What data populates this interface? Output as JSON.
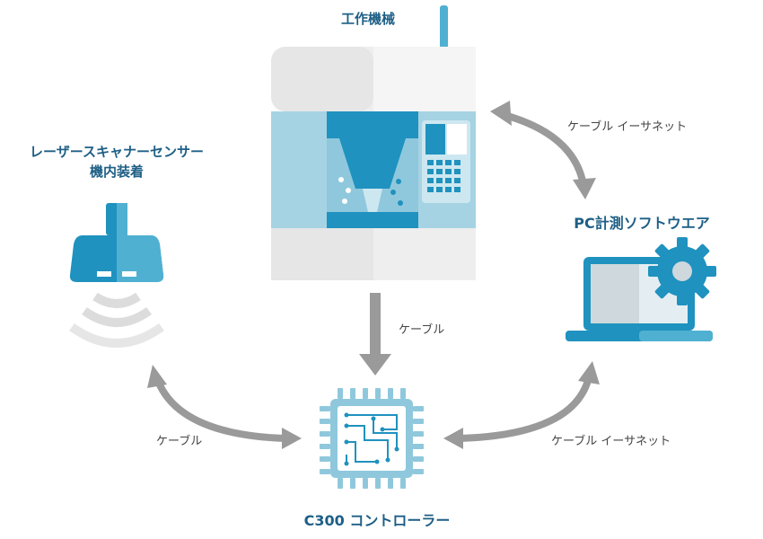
{
  "nodes": {
    "machine_tool": {
      "label": "工作機械"
    },
    "sensor": {
      "label_line1": "レーザースキャナーセンサー",
      "label_line2": "機内装着"
    },
    "pc_software": {
      "label": "PC計測ソフトウエア"
    },
    "controller": {
      "label": "C300 コントローラー"
    }
  },
  "connections": {
    "machine_pc": "ケーブル イーサネット",
    "machine_controller": "ケーブル",
    "sensor_controller": "ケーブル",
    "pc_controller": "ケーブル イーサネット"
  },
  "colors": {
    "dark_blue": "#1f92bf",
    "mid_blue": "#4fb0d1",
    "light_blue": "#8fc8dc",
    "pale_blue": "#cde7f1",
    "gray": "#9a9a9a",
    "light_gray": "#e8e8e8",
    "title_text": "#1e5f86"
  }
}
